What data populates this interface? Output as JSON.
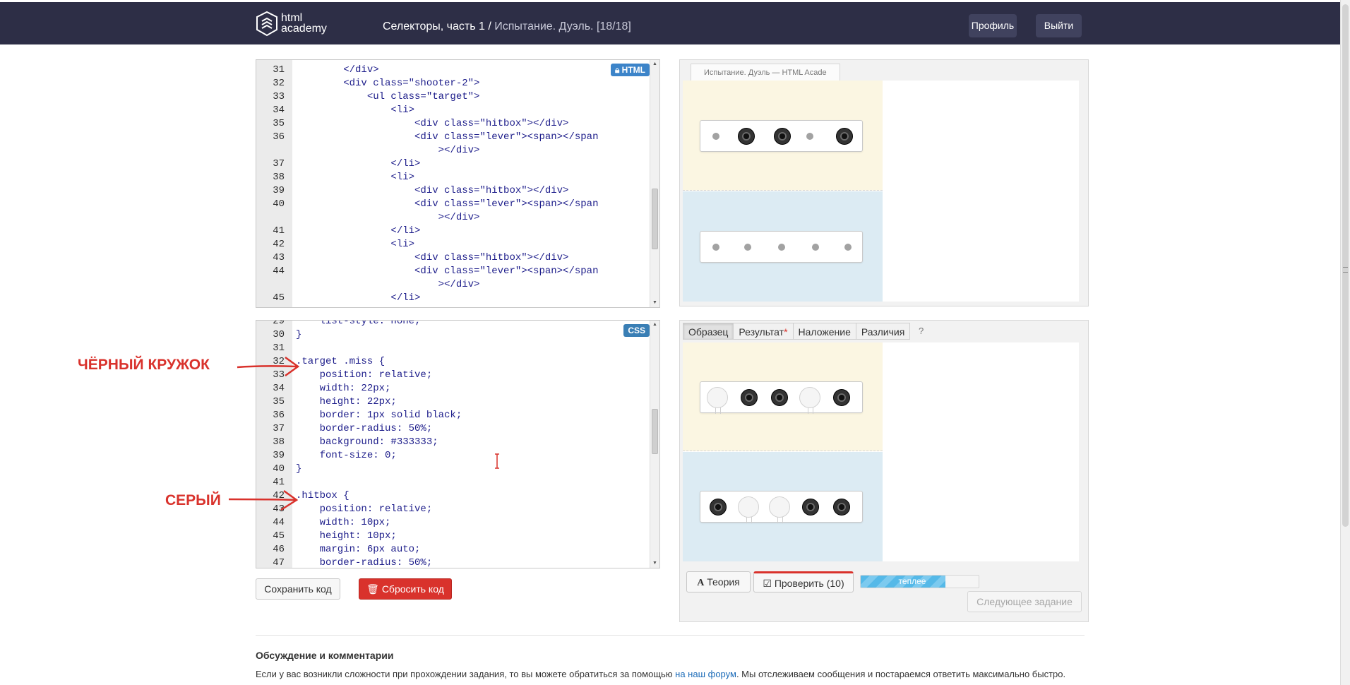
{
  "header": {
    "logo_text_1": "html",
    "logo_text_2": "academy",
    "breadcrumb_course": "Селекторы, часть 1",
    "breadcrumb_sep": " / ",
    "breadcrumb_task": "Испытание. Дуэль.",
    "breadcrumb_count": "[18/18]",
    "profile_label": "Профиль",
    "logout_label": "Выйти"
  },
  "html_editor": {
    "badge": "HTML",
    "lines": [
      {
        "n": "31",
        "code": "        </div>"
      },
      {
        "n": "32",
        "code": "        <div class=\"shooter-2\">"
      },
      {
        "n": "33",
        "code": "            <ul class=\"target\">"
      },
      {
        "n": "34",
        "code": "                <li>"
      },
      {
        "n": "35",
        "code": "                    <div class=\"hitbox\"></div>"
      },
      {
        "n": "36",
        "code": "                    <div class=\"lever\"><span></span\n                        ></div>"
      },
      {
        "n": "37",
        "code": "                </li>"
      },
      {
        "n": "38",
        "code": "                <li>"
      },
      {
        "n": "39",
        "code": "                    <div class=\"hitbox\"></div>"
      },
      {
        "n": "40",
        "code": "                    <div class=\"lever\"><span></span\n                        ></div>"
      },
      {
        "n": "41",
        "code": "                </li>"
      },
      {
        "n": "42",
        "code": "                <li>"
      },
      {
        "n": "43",
        "code": "                    <div class=\"hitbox\"></div>"
      },
      {
        "n": "44",
        "code": "                    <div class=\"lever\"><span></span\n                        ></div>"
      },
      {
        "n": "45",
        "code": "                </li>"
      }
    ]
  },
  "css_editor": {
    "badge": "CSS",
    "lines": [
      {
        "n": "29",
        "code": "    list-style: none;"
      },
      {
        "n": "30",
        "code": "}"
      },
      {
        "n": "31",
        "code": ""
      },
      {
        "n": "32",
        "code": ".target .miss {"
      },
      {
        "n": "33",
        "code": "    position: relative;"
      },
      {
        "n": "34",
        "code": "    width: 22px;"
      },
      {
        "n": "35",
        "code": "    height: 22px;"
      },
      {
        "n": "36",
        "code": "    border: 1px solid black;"
      },
      {
        "n": "37",
        "code": "    border-radius: 50%;"
      },
      {
        "n": "38",
        "code": "    background: #333333;"
      },
      {
        "n": "39",
        "code": "    font-size: 0;"
      },
      {
        "n": "40",
        "code": "}"
      },
      {
        "n": "41",
        "code": ""
      },
      {
        "n": "42",
        "code": ".hitbox {"
      },
      {
        "n": "43",
        "code": "    position: relative;"
      },
      {
        "n": "44",
        "code": "    width: 10px;"
      },
      {
        "n": "45",
        "code": "    height: 10px;"
      },
      {
        "n": "46",
        "code": "    margin: 6px auto;"
      },
      {
        "n": "47",
        "code": "    border-radius: 50%;"
      }
    ]
  },
  "annotations": {
    "black_circle": "ЧЁРНЫЙ КРУЖОК",
    "gray": "СЕРЫЙ"
  },
  "buttons": {
    "save_code": "Сохранить код",
    "reset_code": "Сбросить код",
    "theory": "Теория",
    "check": "Проверить (10)",
    "next_task": "Следующее задание"
  },
  "preview": {
    "tab_title": "Испытание. Дуэль — HTML Acade"
  },
  "compare": {
    "tabs": [
      "Образец",
      "Результат",
      "Наложение",
      "Различия"
    ],
    "result_star": "*",
    "help": "?"
  },
  "progress": {
    "label": "теплее",
    "value_fraction": 0.72
  },
  "discussion": {
    "title": "Обсуждение и комментарии",
    "text_before": "Если у вас возникли сложности при прохождении задания, то вы можете обратиться за помощью ",
    "link": "на наш форум",
    "text_after": ". Мы отслеживаем сообщения и постараемся ответить максимально быстро."
  },
  "colors": {
    "header_bg": "#2d2e46",
    "accent_red": "#d9322c",
    "html_badge": "#3c84c9",
    "css_badge": "#3a7fb5",
    "progress_fill": "#55b9e8"
  }
}
